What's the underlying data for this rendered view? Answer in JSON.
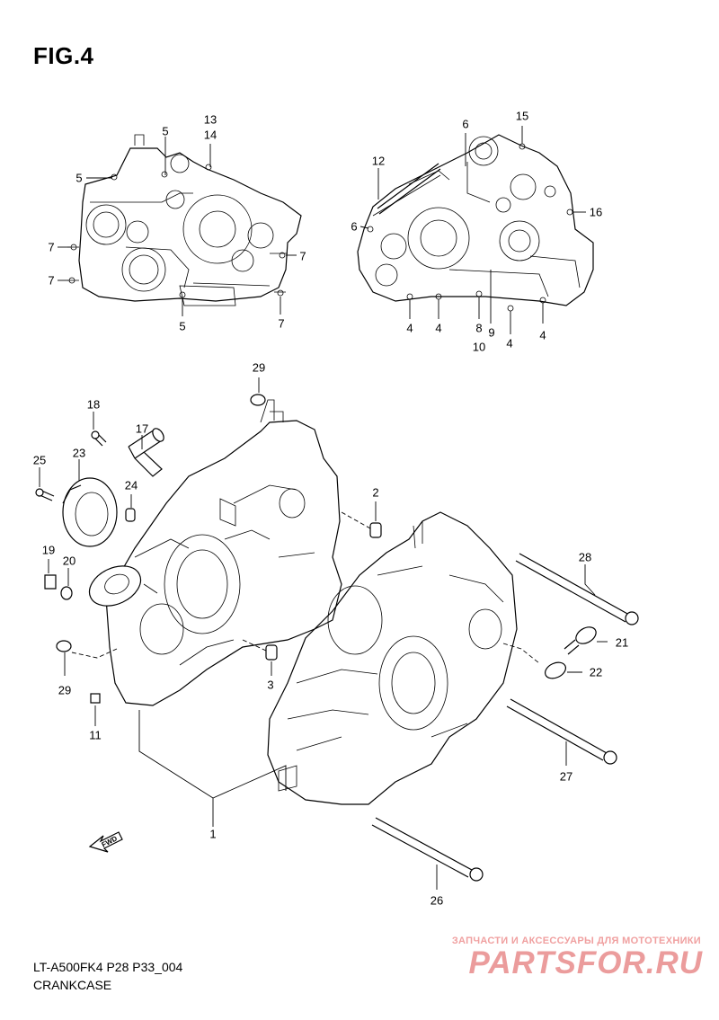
{
  "figure": {
    "title": "FIG.4",
    "model": "LT-A500FK4 P28 P33_004",
    "caption": "CRANKCASE"
  },
  "fwd_label": "FWD",
  "watermark": {
    "tagline": "ЗАПЧАСТИ И АКСЕССУАРЫ ДЛЯ МОТОТЕХНИКИ",
    "logo": "PARTSFOR.RU",
    "color": "#e88b8b"
  },
  "callouts": {
    "c1": "1",
    "c2": "2",
    "c3": "3",
    "c4a": "4",
    "c4b": "4",
    "c4c": "4",
    "c4d": "4",
    "c5a": "5",
    "c5b": "5",
    "c5c": "5",
    "c6a": "6",
    "c6b": "6",
    "c7a": "7",
    "c7b": "7",
    "c7c": "7",
    "c7d": "7",
    "c8": "8",
    "c9": "9",
    "c10": "10",
    "c11": "11",
    "c12": "12",
    "c13": "13",
    "c14": "14",
    "c15": "15",
    "c16": "16",
    "c17": "17",
    "c18": "18",
    "c19": "19",
    "c20": "20",
    "c21": "21",
    "c22": "22",
    "c23": "23",
    "c24": "24",
    "c25": "25",
    "c26": "26",
    "c27": "27",
    "c28": "28",
    "c29a": "29",
    "c29b": "29"
  }
}
